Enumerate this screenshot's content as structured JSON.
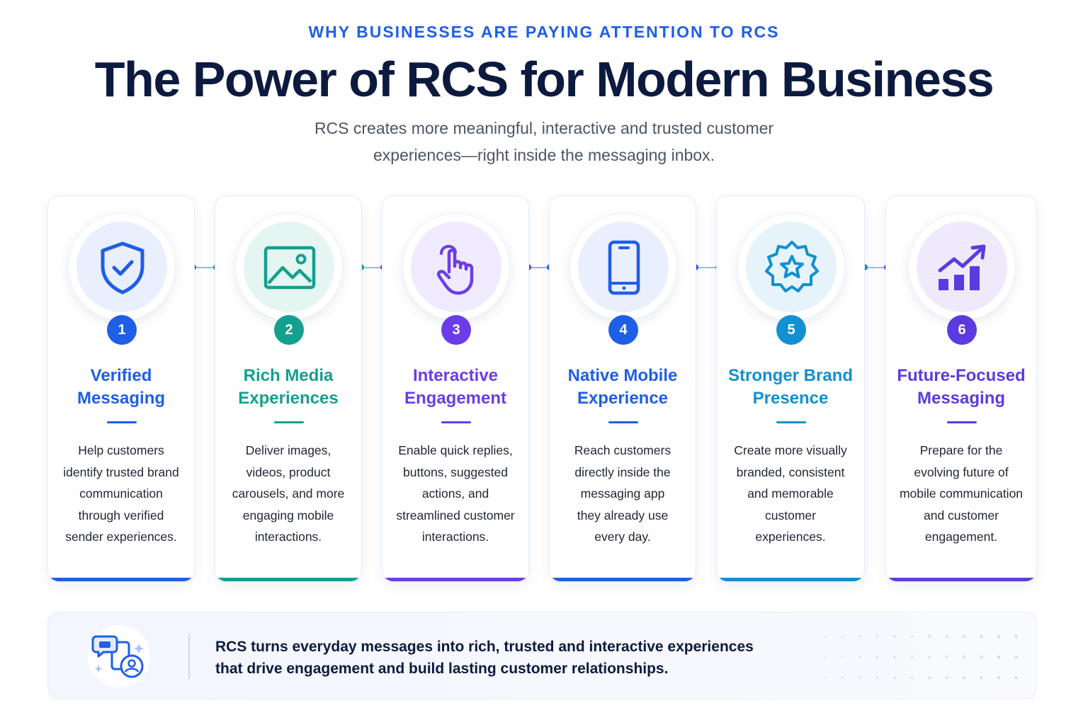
{
  "header": {
    "eyebrow": "WHY BUSINESSES ARE PAYING ATTENTION TO RCS",
    "title": "The Power of RCS for Modern Business",
    "subtitle_line1": "RCS creates more meaningful, interactive and trusted customer",
    "subtitle_line2": "experiences—right inside the messaging inbox."
  },
  "cards": [
    {
      "number": "1",
      "title_line1": "Verified",
      "title_line2": "Messaging",
      "desc": [
        "Help customers",
        "identify trusted brand",
        "communication",
        "through verified",
        "sender experiences."
      ],
      "icon": "shield-check-icon",
      "accent": "#1f5ee6"
    },
    {
      "number": "2",
      "title_line1": "Rich Media",
      "title_line2": "Experiences",
      "desc": [
        "Deliver images,",
        "videos, product",
        "carousels, and more",
        "engaging mobile",
        "interactions."
      ],
      "icon": "image-icon",
      "accent": "#14a08e"
    },
    {
      "number": "3",
      "title_line1": "Interactive",
      "title_line2": "Engagement",
      "desc": [
        "Enable quick replies,",
        "buttons, suggested",
        "actions, and",
        "streamlined customer",
        "interactions."
      ],
      "icon": "pointer-hand-icon",
      "accent": "#6a3de8"
    },
    {
      "number": "4",
      "title_line1": "Native Mobile",
      "title_line2": "Experience",
      "desc": [
        "Reach customers",
        "directly inside the",
        "messaging app",
        "they already use",
        "every day."
      ],
      "icon": "smartphone-icon",
      "accent": "#1f5ee6"
    },
    {
      "number": "5",
      "title_line1": "Stronger Brand",
      "title_line2": "Presence",
      "desc": [
        "Create more visually",
        "branded, consistent",
        "and memorable",
        "customer",
        "experiences."
      ],
      "icon": "star-badge-icon",
      "accent": "#1290d0"
    },
    {
      "number": "6",
      "title_line1": "Future-Focused",
      "title_line2": "Messaging",
      "desc": [
        "Prepare for the",
        "evolving future of",
        "mobile communication",
        "and customer",
        "engagement."
      ],
      "icon": "growth-chart-icon",
      "accent": "#5b3be0"
    }
  ],
  "banner": {
    "line1": "RCS turns everyday messages into rich, trusted and interactive experiences",
    "line2": "that drive engagement and build lasting customer relationships.",
    "icon": "chat-user-device-icon"
  }
}
